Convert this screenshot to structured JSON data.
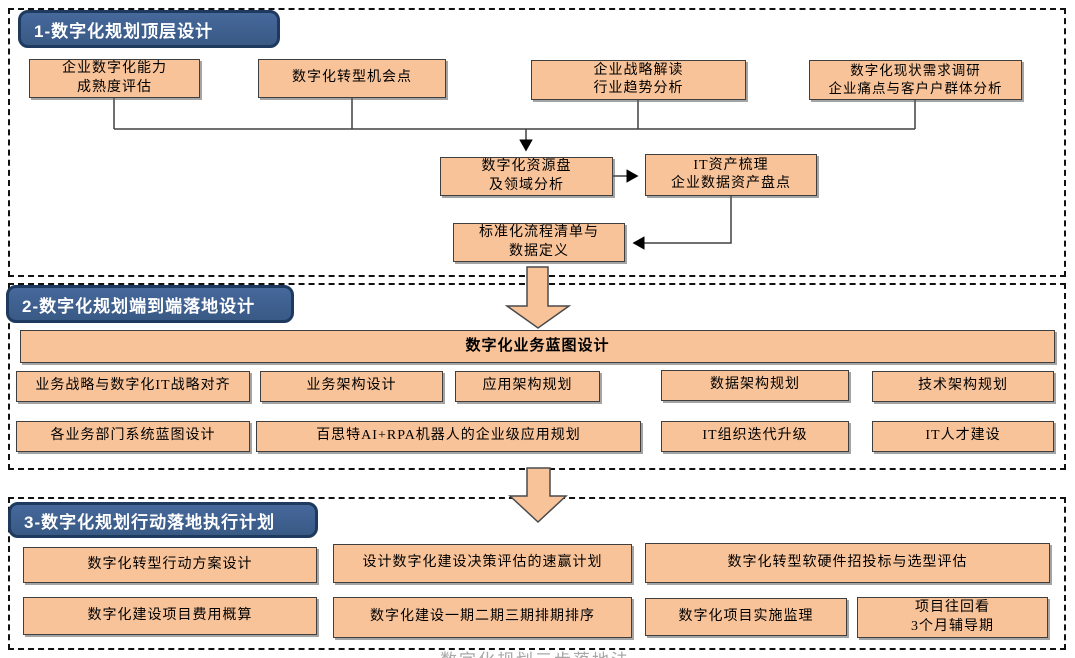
{
  "diagram": {
    "section1": {
      "title": "1-数字化规划顶层设计",
      "top_boxes": [
        "企业数字化能力\n成熟度评估",
        "数字化转型机会点",
        "企业战略解读\n行业趋势分析",
        "数字化现状需求调研\n企业痛点与客户户群体分析"
      ],
      "mid_boxes": [
        "数字化资源盘\n及领域分析",
        "IT资产梳理\n企业数据资产盘点",
        "标准化流程清单与\n数据定义"
      ]
    },
    "section2": {
      "title": "2-数字化规划端到端落地设计",
      "banner": "数字化业务蓝图设计",
      "row1": [
        "业务战略与数字化IT战略对齐",
        "业务架构设计",
        "应用架构规划",
        "数据架构规划",
        "技术架构规划"
      ],
      "row2": [
        "各业务部门系统蓝图设计",
        "百思特AI+RPA机器人的企业级应用规划",
        "IT组织迭代升级",
        "IT人才建设"
      ]
    },
    "section3": {
      "title": "3-数字化规划行动落地执行计划",
      "row1": [
        "数字化转型行动方案设计",
        "设计数字化建设决策评估的速赢计划",
        "数字化转型软硬件招投标与选型评估"
      ],
      "row2": [
        "数字化建设项目费用概算",
        "数字化建设一期二期三期排期排序",
        "数字化项目实施监理",
        "项目往回看\n3个月辅导期"
      ]
    },
    "partial_caption": "数字化规划三步落地法"
  },
  "colors": {
    "box_fill": "#F8C399",
    "box_border": "#3F3F3F",
    "badge_fill": "#3D6090",
    "badge_border": "#1E3A5F",
    "badge_text": "#FFFFFF",
    "frame_border": "#111111",
    "connector": "#404040",
    "block_arrow_fill": "#F8C399"
  }
}
